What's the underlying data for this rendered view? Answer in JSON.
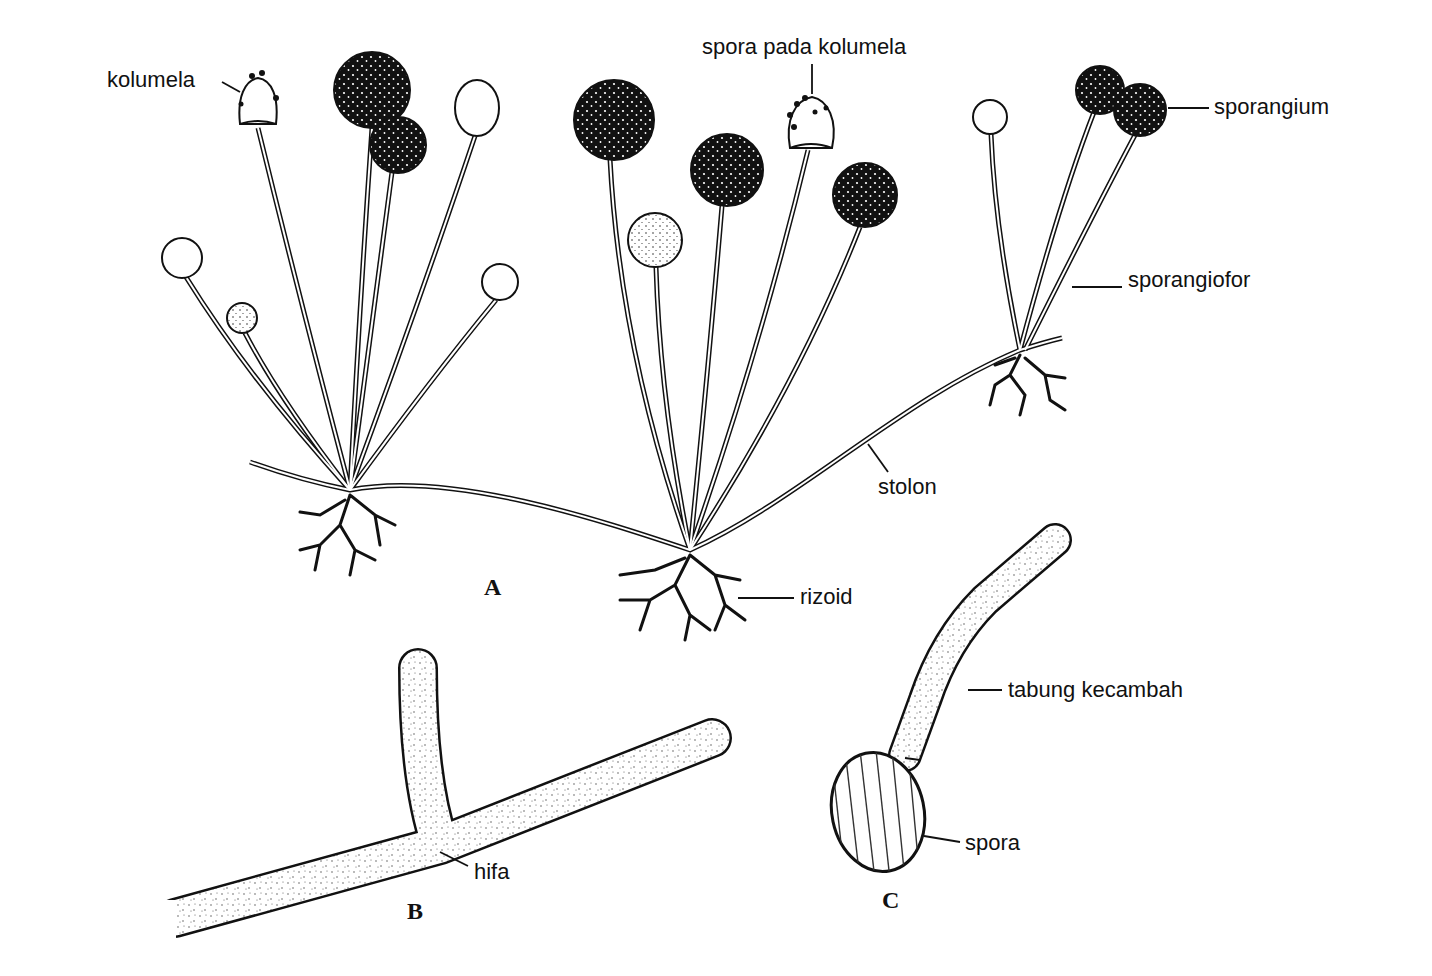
{
  "diagram": {
    "labels": [
      "spora pada kolumela",
      "kolumela",
      "sporangium",
      "sporangiofor",
      "stolon",
      "A",
      "rizoid",
      "hifa",
      "B",
      "tabung kecambah",
      "spora",
      "C"
    ]
  }
}
